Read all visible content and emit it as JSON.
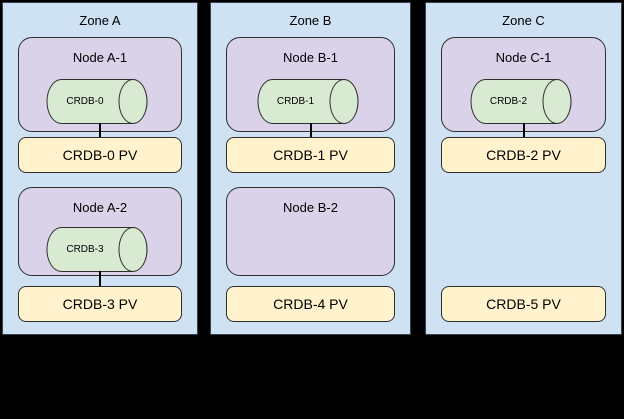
{
  "diagram": {
    "description": "CockroachDB nodes and persistent volumes across three zones"
  },
  "colors": {
    "background": "#000000",
    "zone_fill": "#cfe2f3",
    "node_fill": "#d9d2e9",
    "cylinder_fill": "#d9ead3",
    "pv_fill": "#fff2cc",
    "border": "#2e2e2e"
  },
  "zones": [
    {
      "title": "Zone A",
      "nodes": [
        {
          "label": "Node A-1",
          "cylinder": "CRDB-0",
          "pv": "CRDB-0 PV",
          "connected": true
        },
        {
          "label": "Node A-2",
          "cylinder": "CRDB-3",
          "pv": "CRDB-3 PV",
          "connected": true
        }
      ]
    },
    {
      "title": "Zone B",
      "nodes": [
        {
          "label": "Node B-1",
          "cylinder": "CRDB-1",
          "pv": "CRDB-1 PV",
          "connected": true
        },
        {
          "label": "Node B-2",
          "cylinder": null,
          "pv": "CRDB-4 PV",
          "connected": false
        }
      ]
    },
    {
      "title": "Zone C",
      "nodes": [
        {
          "label": "Node C-1",
          "cylinder": "CRDB-2",
          "pv": "CRDB-2 PV",
          "connected": true
        },
        {
          "label": null,
          "cylinder": null,
          "pv": "CRDB-5 PV",
          "connected": false
        }
      ]
    }
  ]
}
